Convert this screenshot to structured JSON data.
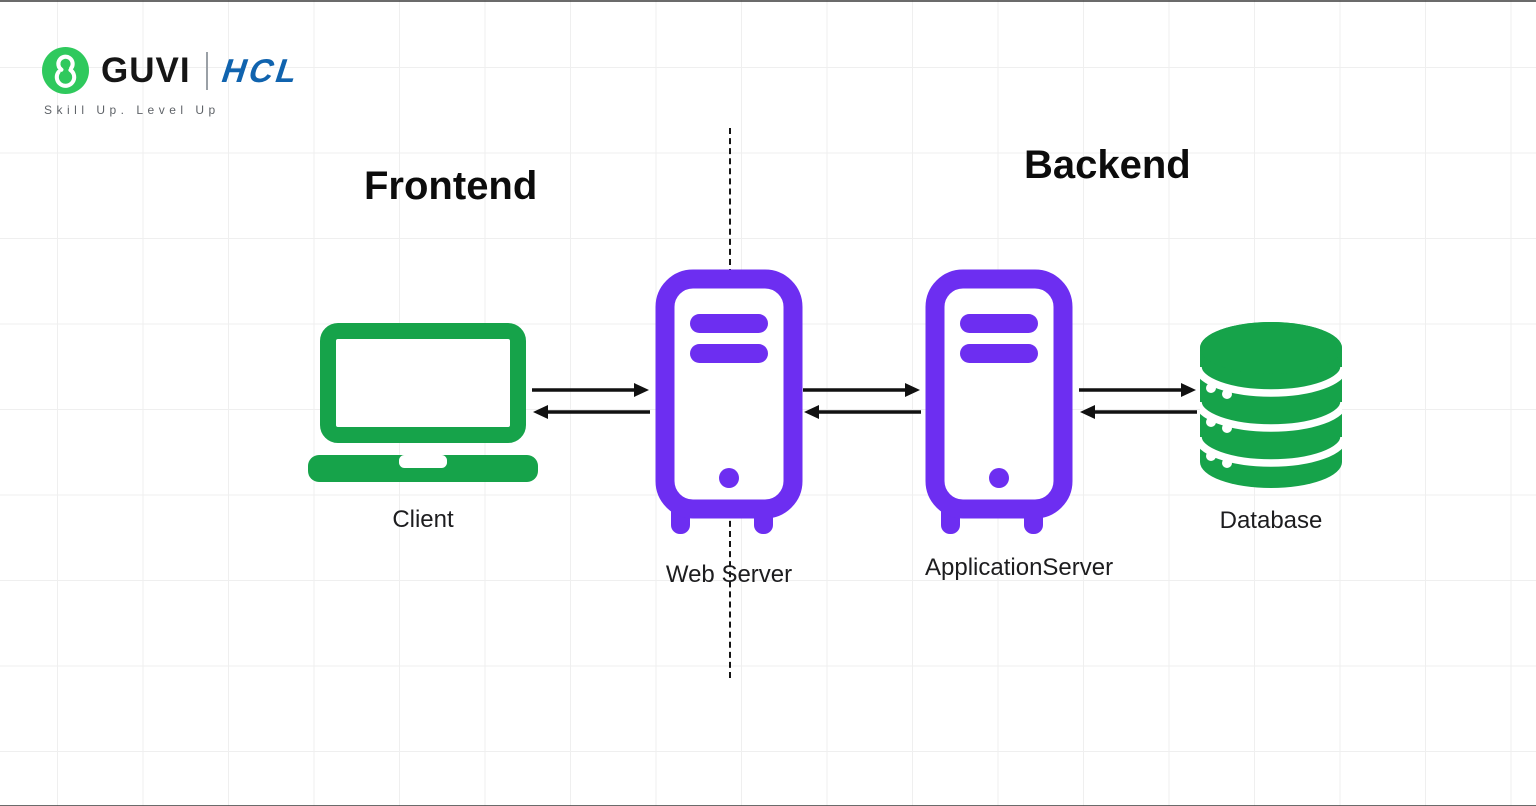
{
  "brand": {
    "name": "GUVI",
    "partner": "HCL",
    "tagline": "Skill Up. Level Up"
  },
  "sections": {
    "frontend": "Frontend",
    "backend": "Backend"
  },
  "nodes": [
    {
      "id": "client",
      "label": "Client",
      "icon": "laptop-icon",
      "color": "#16a34a"
    },
    {
      "id": "web-server",
      "label": "Web Server",
      "icon": "server-tower-icon",
      "color": "#6d2ef1"
    },
    {
      "id": "application-server",
      "label": "ApplicationServer",
      "icon": "server-tower-icon",
      "color": "#6d2ef1"
    },
    {
      "id": "database",
      "label": "Database",
      "icon": "database-cylinder-icon",
      "color": "#16a34a"
    }
  ],
  "connections": [
    {
      "from": "Client",
      "to": "Web Server",
      "bidirectional": true
    },
    {
      "from": "Web Server",
      "to": "ApplicationServer",
      "bidirectional": true
    },
    {
      "from": "ApplicationServer",
      "to": "Database",
      "bidirectional": true
    }
  ],
  "colors": {
    "icon-green": "#16a34a",
    "icon-purple": "#6d2ef1",
    "brand-green": "#2fc95d",
    "brand-blue": "#1063ae",
    "ink": "#111111",
    "label": "#1d1d1f",
    "grid": "#efefef"
  }
}
